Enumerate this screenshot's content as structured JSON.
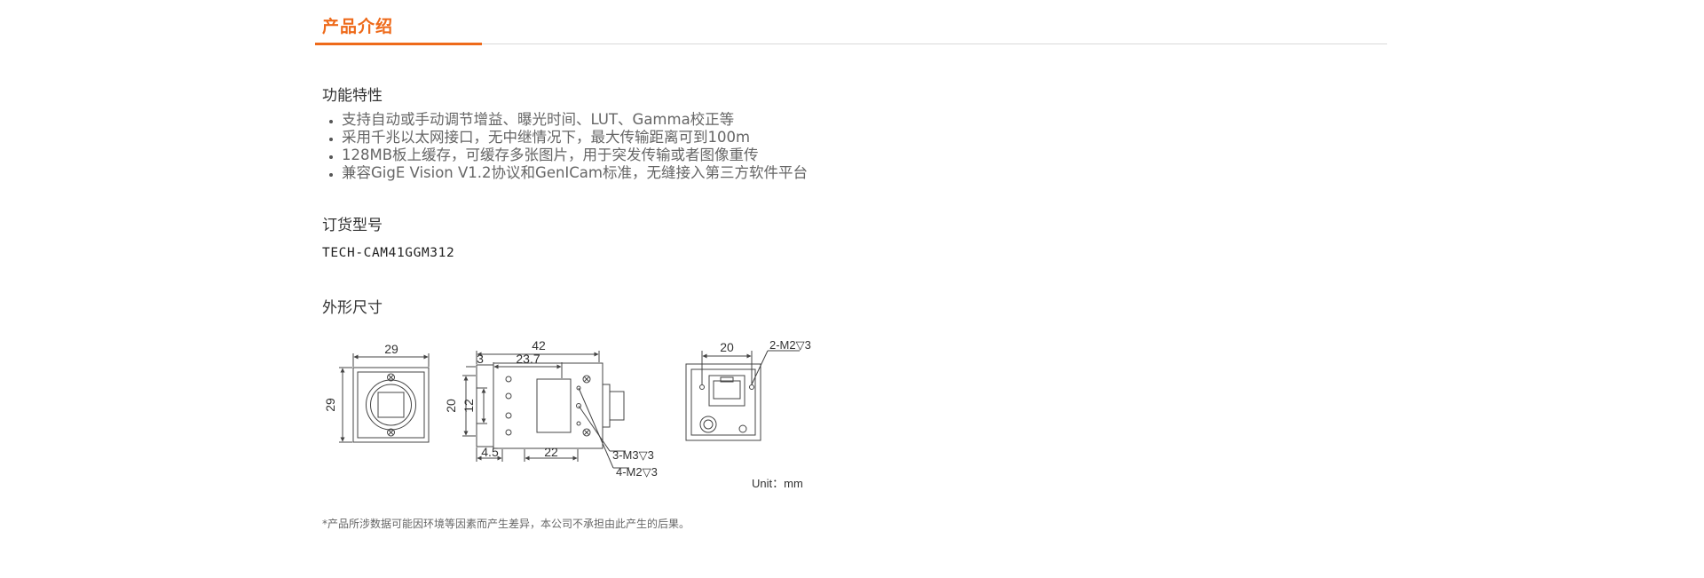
{
  "header": {
    "title": "产品介绍",
    "accent_color": "#ee6a1a"
  },
  "features": {
    "title": "功能特性",
    "items": [
      "支持自动或手动调节增益、曝光时间、LUT、Gamma校正等",
      "采用千兆以太网接口，无中继情况下，最大传输距离可到100m",
      "128MB板上缓存，可缓存多张图片，用于突发传输或者图像重传",
      "兼容GigE Vision V1.2协议和GenICam标准，无缝接入第三方软件平台"
    ]
  },
  "order": {
    "title": "订货型号",
    "model": "TECH-CAM41GGM312"
  },
  "dimensions": {
    "title": "外形尺寸",
    "labels": {
      "front_width": "29",
      "front_height": "29",
      "side_total": "42",
      "side_offset": "3",
      "side_body": "23.7",
      "side_height": "20",
      "side_inner_height": "12",
      "side_bottom_offset": "4.5",
      "side_bottom_width": "22",
      "screw_m3": "3-M3",
      "screw_m3_depth": "3",
      "screw_m2_side": "4-M2",
      "screw_m2_side_depth": "3",
      "rear_width": "20",
      "screw_m2_rear": "2-M2",
      "screw_m2_rear_depth": "3",
      "unit": "Unit：mm"
    }
  },
  "disclaimer": "*产品所涉数据可能因环境等因素而产生差异，本公司不承担由此产生的后果。"
}
